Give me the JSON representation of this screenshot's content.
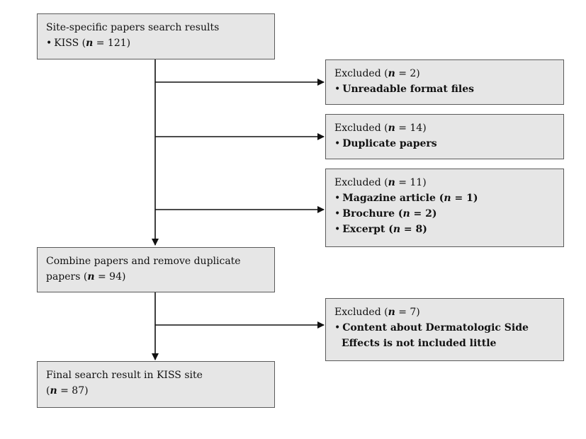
{
  "diagram": {
    "box_search": {
      "title": "Site-specific papers search results",
      "bullet": "KISS (",
      "n_var": "n",
      "n_val": " = 121)"
    },
    "excl_1": {
      "title_pre": "Excluded (",
      "n_var": "n",
      "title_post": " = 2)",
      "items": [
        "Unreadable format files"
      ]
    },
    "excl_2": {
      "title_pre": "Excluded (",
      "n_var": "n",
      "title_post": " = 14)",
      "items": [
        "Duplicate papers"
      ]
    },
    "excl_3": {
      "title_pre": "Excluded (",
      "n_var": "n",
      "title_post": " = 11)",
      "items": [
        {
          "pre": "Magazine article (",
          "var": "n",
          "post": " = 1)"
        },
        {
          "pre": "Brochure (",
          "var": "n",
          "post": " = 2)"
        },
        {
          "pre": "Excerpt (",
          "var": "n",
          "post": " = 8)"
        }
      ]
    },
    "box_combine": {
      "line1": "Combine papers and remove duplicate",
      "line2_pre": "papers (",
      "n_var": "n",
      "line2_post": " = 94)"
    },
    "excl_4": {
      "title_pre": "Excluded (",
      "n_var": "n",
      "title_post": " = 7)",
      "item_line1": "Content about Dermatologic Side",
      "item_line2": "Effects is not included little"
    },
    "box_final": {
      "line1": "Final search result in KISS site",
      "line2_pre": "(",
      "n_var": "n",
      "line2_post": " = 87)"
    }
  },
  "colors": {
    "box_fill": "#e6e6e6",
    "box_border": "#5a5a5a",
    "line": "#111111"
  }
}
